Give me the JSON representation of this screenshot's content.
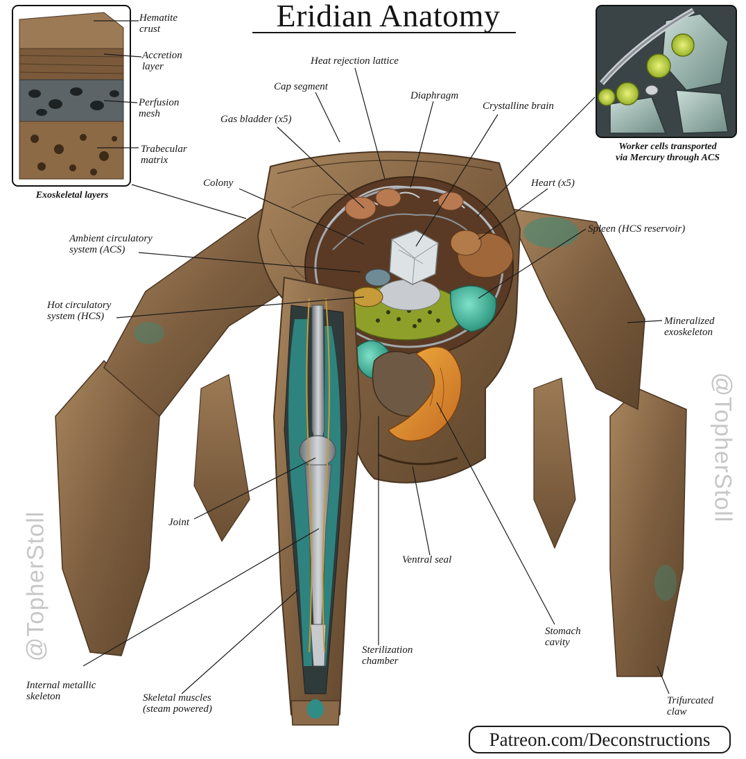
{
  "title": "Eridian Anatomy",
  "watermark": "@TopherStoll",
  "footer": "Patreon.com/Deconstructions",
  "captions": {
    "inset_left": "Exoskeletal layers",
    "inset_right": "Worker cells transported\nvia Mercury through ACS"
  },
  "labels": {
    "hematite_crust": "Hematite\ncrust",
    "accretion_layer": "Accretion\nlayer",
    "perfusion_mesh": "Perfusion\nmesh",
    "trabecular_matrix": "Trabecular\nmatrix",
    "heat_rejection_lattice": "Heat rejection lattice",
    "cap_segment": "Cap segment",
    "diaphragm": "Diaphragm",
    "crystalline_brain": "Crystalline brain",
    "gas_bladder": "Gas bladder (x5)",
    "colony": "Colony",
    "heart": "Heart (x5)",
    "ambient_circulatory": "Ambient circulatory\nsystem (ACS)",
    "spleen": "Spleen (HCS reservoir)",
    "hot_circulatory": "Hot circulatory\nsystem (HCS)",
    "mineralized_exoskeleton": "Mineralized\nexoskeleton",
    "joint": "Joint",
    "ventral_seal": "Ventral seal",
    "stomach_cavity": "Stomach\ncavity",
    "sterilization_chamber": "Sterilization\nchamber",
    "internal_metallic_skeleton": "Internal metallic\nskeleton",
    "skeletal_muscles": "Skeletal muscles\n(steam powered)",
    "trifurcated_claw": "Trifurcated\nclaw"
  },
  "colors": {
    "exoskeleton": "#8a6a48",
    "exoskeleton_dark": "#5a4128",
    "metal": "#9aa0a6",
    "teal_muscle": "#2f8c86",
    "spleen": "#3fb59a",
    "stomach": "#e0962c",
    "heart": "#a0673a",
    "bladder": "#b97a52",
    "worker_cell": "#c2d83a"
  }
}
